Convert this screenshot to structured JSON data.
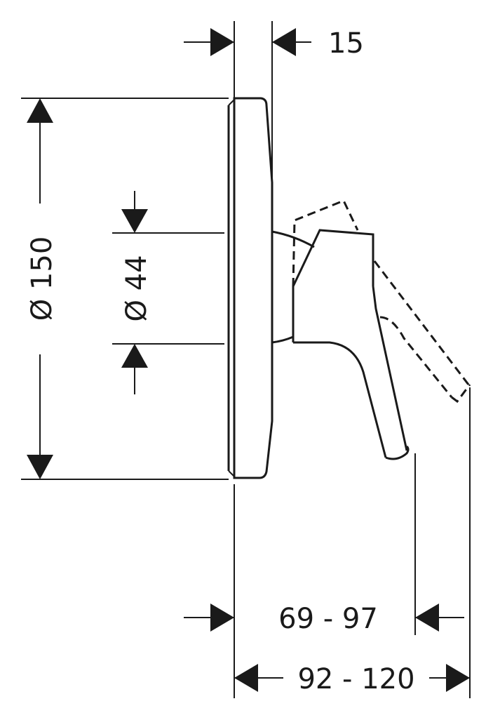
{
  "dimensions": {
    "rosette_depth": "15",
    "rosette_diameter": "Ø 150",
    "hub_diameter": "Ø 44",
    "projection_short": "69 - 97",
    "projection_long": "92 - 120"
  },
  "colors": {
    "line": "#1a1a1a",
    "background": "#ffffff"
  }
}
